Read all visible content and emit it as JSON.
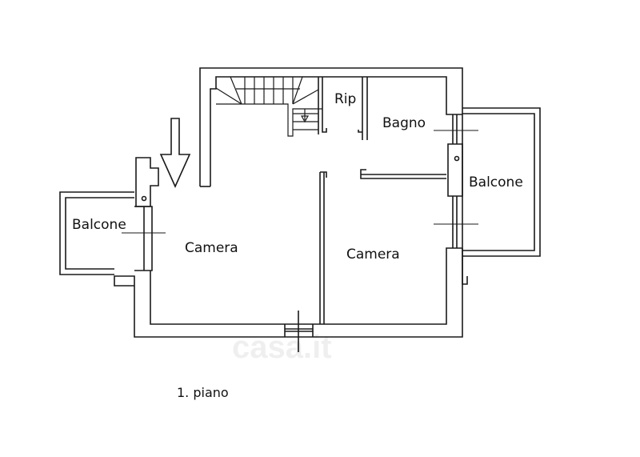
{
  "rooms": {
    "rip": "Rip",
    "bagno": "Bagno",
    "balcone_right": "Balcone",
    "balcone_left": "Balcone",
    "camera_left": "Camera",
    "camera_right": "Camera"
  },
  "floor_label": "1. piano",
  "watermark": "casa.it",
  "colors": {
    "line": "#1a1a1a",
    "background": "#ffffff"
  }
}
